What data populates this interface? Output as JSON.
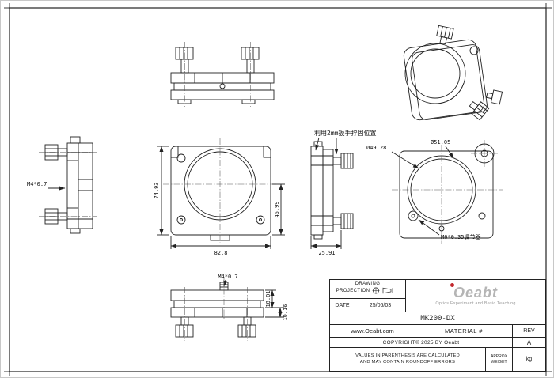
{
  "page": {
    "background": "#ffffff",
    "line_color": "#222222"
  },
  "drawing": {
    "note_wrench": "利用2mm扳手拧固位置",
    "left_view_thread": "M4*0.7",
    "bottom_view_thread": "M4*0.7",
    "dim_overall_height": "74.93",
    "dim_center_height": "46.99",
    "dim_overall_width": "82.8",
    "dim_side_depth": "25.91",
    "dim_bore": "Ø49.28",
    "dim_outer": "Ø51.05",
    "adjuster_note": "M6*0.35调节器",
    "dim_bottom_outer": "18.01",
    "dim_bottom_inner": "10.16"
  },
  "title_block": {
    "projection_label_line1": "DRAWING",
    "projection_label_line2": "PROJECTION",
    "date_label": "DATE",
    "date_value": "25/06/03",
    "logo": "Oeabt",
    "logo_tagline": "Optics Experiment and Basic Teaching",
    "part_number": "MK200-DX",
    "website": "www.Oeabt.com",
    "material_label": "MATERIAL #",
    "rev_label": "REV",
    "rev_value": "A",
    "copyright": "COPYRIGHT© 2025 BY Oeabt",
    "note_line1": "VALUES IN PARENTHESIS ARE CALCULATED",
    "note_line2": "AND MAY CONTAIN ROUNDOFF ERRORS",
    "weight_label_1": "APPROX",
    "weight_label_2": "WEIGHT",
    "weight_unit": "kg"
  },
  "icons": {
    "projection_symbol": "first-angle-projection-cone"
  }
}
